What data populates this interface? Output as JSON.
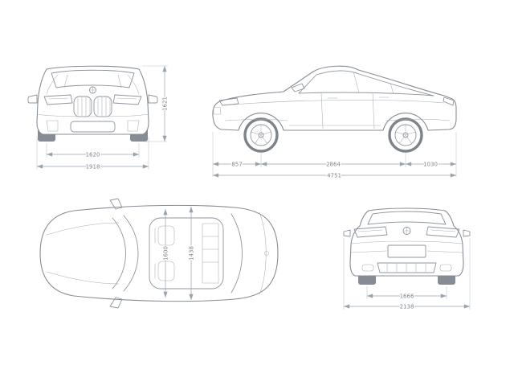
{
  "page": {
    "title": "vehicle-dimensions-diagram"
  },
  "views": {
    "front": {
      "track_width": "1620",
      "body_width": "1918",
      "height": "1621"
    },
    "side": {
      "front_overhang": "857",
      "wheelbase": "2864",
      "rear_overhang": "1030",
      "overall_length": "4751"
    },
    "top": {
      "cabin_width_front": "1600",
      "cabin_width_rear": "1438"
    },
    "rear": {
      "rear_track_width": "1666",
      "width_incl_mirrors": "2138"
    }
  },
  "colors": {
    "line": "#8f959c",
    "dimension_line": "#9aa2ab",
    "label_text": "#7f858c",
    "background": "#ffffff"
  }
}
